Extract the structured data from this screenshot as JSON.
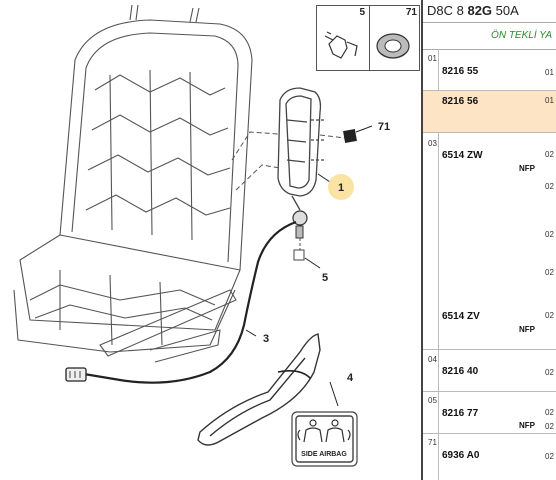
{
  "header": {
    "prefix": "D8C 8 ",
    "bold": "82G",
    "suffix": " 50A"
  },
  "subheader": "ÖN TEKLİ YA",
  "thumbnails": [
    {
      "number": "5"
    },
    {
      "number": "71"
    }
  ],
  "callouts": [
    "71",
    "1",
    "5",
    "3",
    "4"
  ],
  "airbag_label": "SIDE AIRBAG",
  "rows": [
    {
      "group": "01",
      "part": "8216 55",
      "nfp": "",
      "refs": [
        "01"
      ],
      "selected": false
    },
    {
      "group": "",
      "part": "8216 56",
      "nfp": "",
      "refs": [
        "01"
      ],
      "selected": true
    },
    {
      "group": "03",
      "part": "6514 ZW",
      "nfp": "NFP",
      "refs": [
        "02",
        "02",
        "02",
        "02"
      ],
      "selected": false
    },
    {
      "group": "",
      "part": "6514 ZV",
      "nfp": "NFP",
      "refs": [
        "02"
      ],
      "selected": false
    },
    {
      "group": "04",
      "part": "8216 40",
      "nfp": "",
      "refs": [
        "02"
      ],
      "selected": false
    },
    {
      "group": "05",
      "part": "8216 77",
      "nfp": "NFP",
      "refs": [
        "02",
        "02"
      ],
      "selected": false
    },
    {
      "group": "71",
      "part": "6936 A0",
      "nfp": "",
      "refs": [
        "02"
      ],
      "selected": false
    }
  ]
}
